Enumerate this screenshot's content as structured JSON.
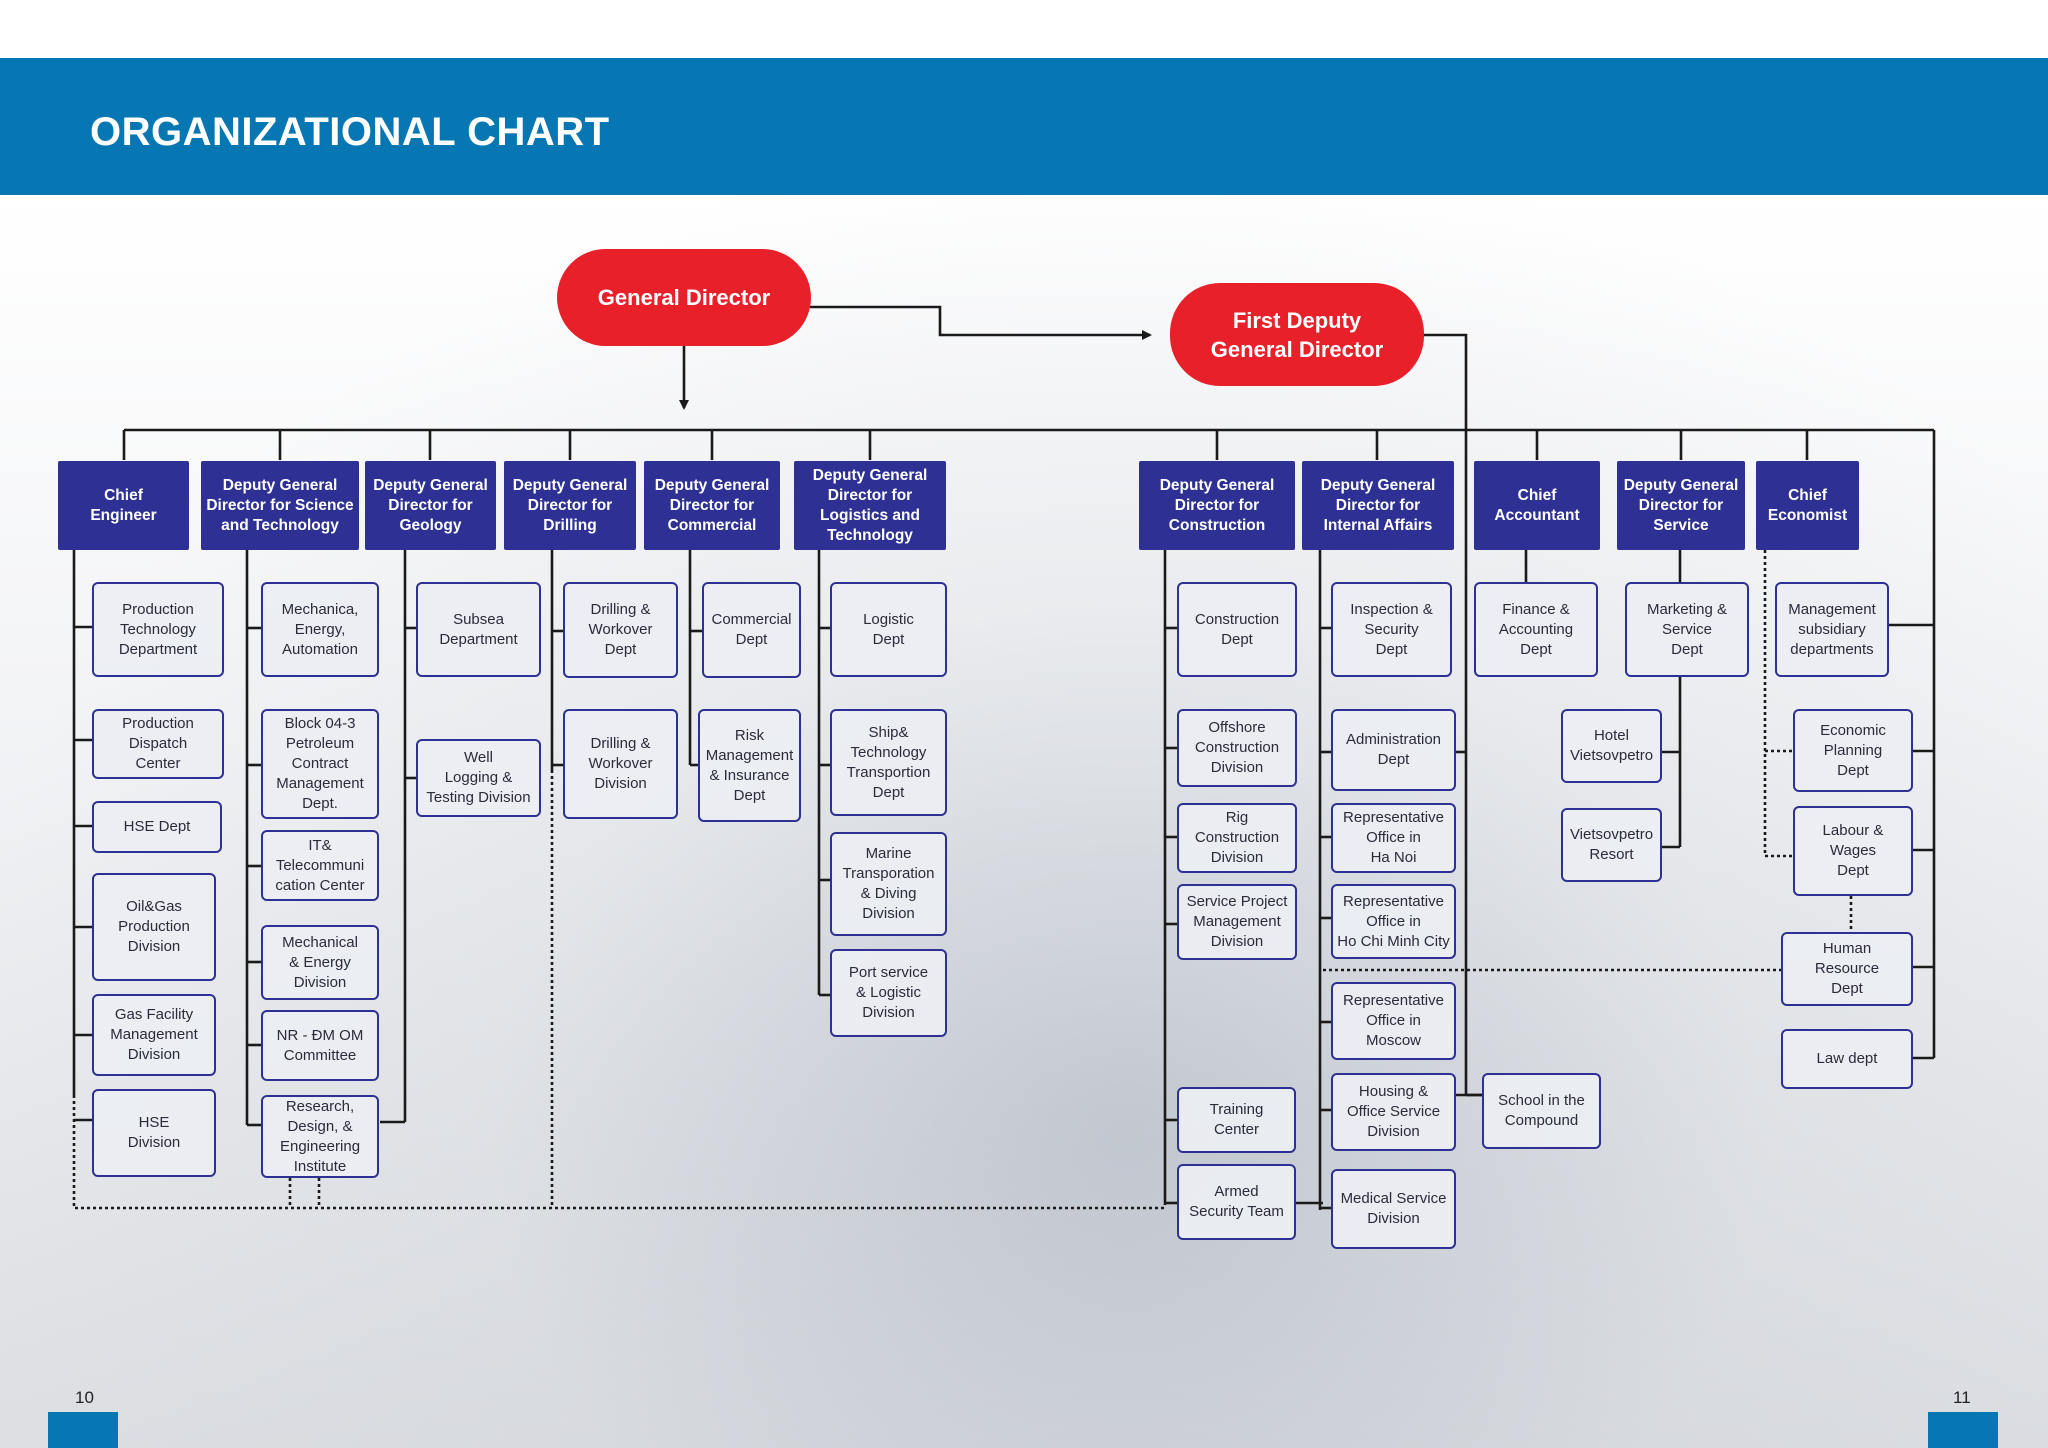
{
  "header": {
    "title": "ORGANIZATIONAL CHART"
  },
  "top": {
    "general_director": "General Director",
    "first_deputy": "First Deputy\nGeneral Director"
  },
  "heads": {
    "chief_engineer": "Chief\nEngineer",
    "dgd_science": "Deputy General\nDirector for Science\nand Technology",
    "dgd_geology": "Deputy General\nDirector for\nGeology",
    "dgd_drilling": "Deputy General\nDirector for\nDrilling",
    "dgd_commercial": "Deputy General\nDirector for\nCommercial",
    "dgd_logistics": "Deputy General\nDirector for\nLogistics and\nTechnology",
    "dgd_construction": "Deputy General\nDirector for\nConstruction",
    "dgd_internal": "Deputy General\nDirector for\nInternal Affairs",
    "chief_accountant": "Chief\nAccountant",
    "dgd_service": "Deputy General\nDirector for\nService",
    "chief_economist": "Chief\nEconomist"
  },
  "units": {
    "prod_tech": "Production\nTechnology\nDepartment",
    "prod_dispatch": "Production\nDispatch\nCenter",
    "hse_dept": "HSE Dept",
    "oil_gas": "Oil&Gas\nProduction\nDivision",
    "gas_facility": "Gas Facility\nManagement\nDivision",
    "hse_division": "HSE\nDivision",
    "mech_energy_auto": "Mechanica,\nEnergy,\nAutomation",
    "block_043": "Block 04-3\nPetroleum\nContract\nManagement\nDept.",
    "it_telecom": "IT&\nTelecommuni\ncation Center",
    "mech_energy_div": "Mechanical\n& Energy\nDivision",
    "nr_dm": "NR - ĐM OM\nCommittee",
    "research": "Research,\nDesign, &\nEngineering\nInstitute",
    "subsea": "Subsea\nDepartment",
    "well_logging": "Well\nLogging &\nTesting Division",
    "drilling_dept": "Drilling &\nWorkover\nDept",
    "drilling_div": "Drilling &\nWorkover\nDivision",
    "commercial_dept": "Commercial\nDept",
    "risk_mgmt": "Risk\nManagement\n& Insurance\nDept",
    "logistic_dept": "Logistic\nDept",
    "ship_tech": "Ship&\nTechnology\nTransportion\nDept",
    "marine": "Marine\nTransporation\n& Diving\nDivision",
    "port_service": "Port service\n& Logistic\nDivision",
    "construction_dept": "Construction\nDept",
    "offshore": "Offshore\nConstruction\nDivision",
    "rig": "Rig\nConstruction\nDivision",
    "service_project": "Service Project\nManagement\nDivision",
    "training": "Training\nCenter",
    "armed": "Armed\nSecurity Team",
    "inspection": "Inspection &\nSecurity\nDept",
    "administration": "Administration\nDept",
    "rep_hanoi": "Representative\nOffice in\nHa Noi",
    "rep_hcm": "Representative\nOffice in\nHo Chi Minh City",
    "rep_moscow": "Representative\nOffice in\nMoscow",
    "housing": "Housing &\nOffice Service\nDivision",
    "medical": "Medical Service\nDivision",
    "finance": "Finance &\nAccounting\nDept",
    "school": "School in the\nCompound",
    "marketing": "Marketing &\nService\nDept",
    "hotel": "Hotel\nVietsovpetro",
    "resort": "Vietsovpetro\nResort",
    "mgmt_subsidiary": "Management\nsubsidiary\ndepartments",
    "economic_planning": "Economic\nPlanning\nDept",
    "labour_wages": "Labour &\nWages\nDept",
    "human_resource": "Human\nResource\nDept",
    "law": "Law dept"
  },
  "footer": {
    "page_left": "10",
    "page_right": "11"
  },
  "colors": {
    "banner": "#0677b2",
    "pill": "#e8202a",
    "head": "#2e3193",
    "line": "#1a1a1a"
  }
}
